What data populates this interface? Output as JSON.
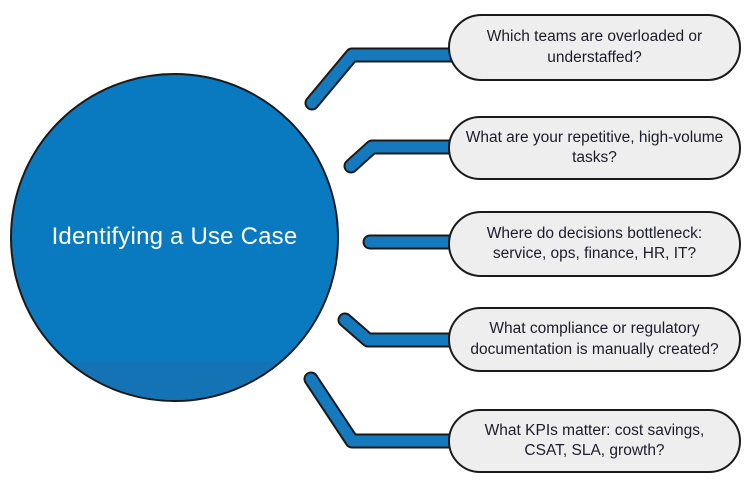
{
  "diagram": {
    "title": "Identifying a Use Case",
    "hub": {
      "label": "Identifying a Use Case",
      "fill_color": "#0a7ac0",
      "shade_color": "#1473b4",
      "text_color": "#ffffff",
      "border_color": "#1a1a1a"
    },
    "connector": {
      "color": "#1479bd",
      "outline_color": "#1a1a1a"
    },
    "callouts": [
      {
        "id": "callout-1",
        "text": "Which teams are overloaded or understaffed?",
        "fill_color": "#eeeeee",
        "text_color": "#1c1c2b",
        "connector_shape": "elbow-down-left"
      },
      {
        "id": "callout-2",
        "text": "What are your repetitive, high-volume tasks?",
        "fill_color": "#eeeeee",
        "text_color": "#1c1c2b",
        "connector_shape": "elbow-down-left-short"
      },
      {
        "id": "callout-3",
        "text": "Where do decisions bottleneck: service, ops, finance, HR, IT?",
        "fill_color": "#eeeeee",
        "text_color": "#1c1c2b",
        "connector_shape": "straight"
      },
      {
        "id": "callout-4",
        "text": "What compliance or regulatory documentation is manually created?",
        "fill_color": "#eeeeee",
        "text_color": "#1c1c2b",
        "connector_shape": "elbow-up-left-short"
      },
      {
        "id": "callout-5",
        "text": "What KPIs matter: cost savings, CSAT, SLA, growth?",
        "fill_color": "#eeeeee",
        "text_color": "#1c1c2b",
        "connector_shape": "elbow-up-left"
      }
    ]
  }
}
